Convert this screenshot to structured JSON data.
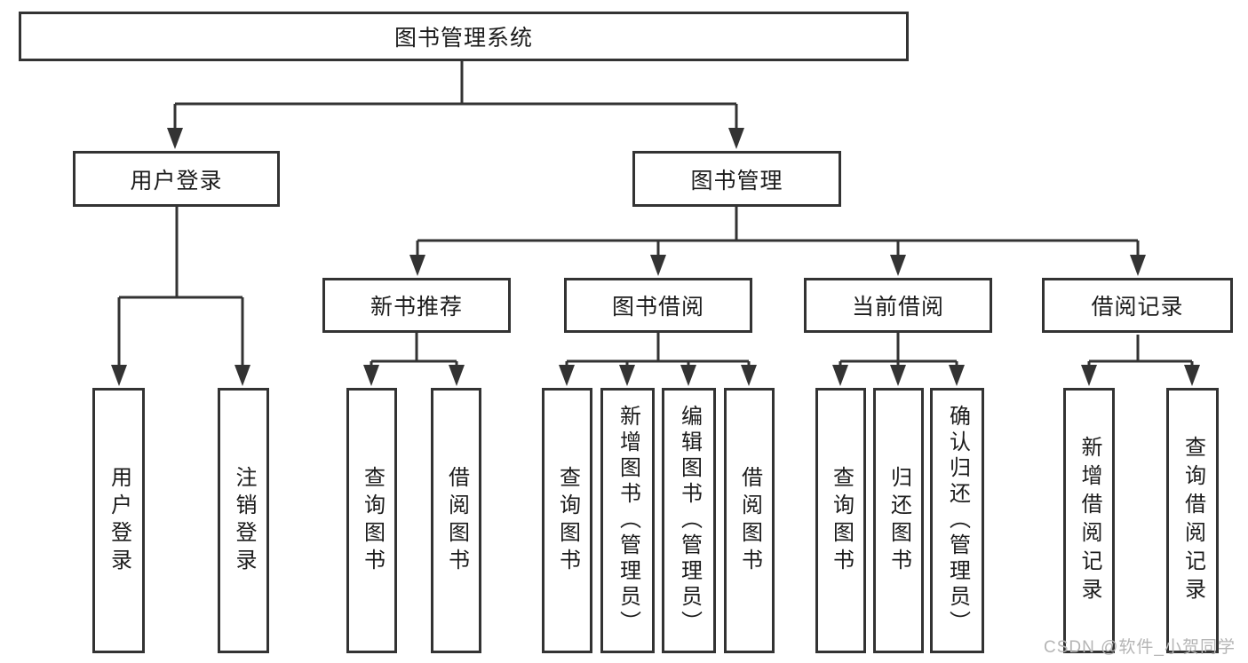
{
  "diagram": {
    "title": "图书管理系统",
    "tree": {
      "root": {
        "label": "图书管理系统",
        "children": [
          {
            "label": "用户登录",
            "children": [
              {
                "label": "用户登录"
              },
              {
                "label": "注销登录"
              }
            ]
          },
          {
            "label": "图书管理",
            "children": [
              {
                "label": "新书推荐",
                "children": [
                  {
                    "label": "查询图书"
                  },
                  {
                    "label": "借阅图书"
                  }
                ]
              },
              {
                "label": "图书借阅",
                "children": [
                  {
                    "label": "查询图书"
                  },
                  {
                    "label": "新增图书（管理员）"
                  },
                  {
                    "label": "编辑图书（管理员）"
                  },
                  {
                    "label": "借阅图书"
                  }
                ]
              },
              {
                "label": "当前借阅",
                "children": [
                  {
                    "label": "查询图书"
                  },
                  {
                    "label": "归还图书"
                  },
                  {
                    "label": "确认归还（管理员）"
                  }
                ]
              },
              {
                "label": "借阅记录",
                "children": [
                  {
                    "label": "新增借阅记录"
                  },
                  {
                    "label": "查询借阅记录"
                  }
                ]
              }
            ]
          }
        ]
      }
    }
  },
  "watermark": {
    "text": "CSDN @软件_小贺同学"
  },
  "colors": {
    "line": "#333333",
    "text": "#1c1c1c",
    "background": "#ffffff",
    "watermark": "#b5b5b5"
  }
}
